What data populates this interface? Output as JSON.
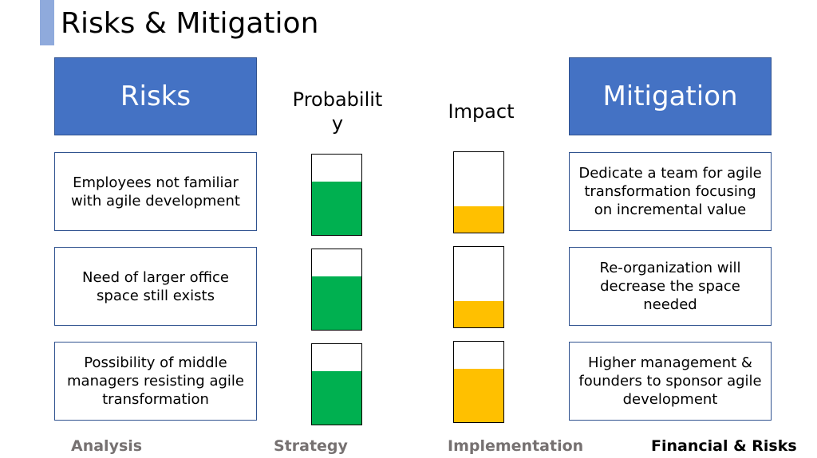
{
  "page": {
    "title": "Risks & Mitigation"
  },
  "columns": {
    "risks": "Risks",
    "probability": "Probabilit y",
    "impact": "Impact",
    "mitigation": "Mitigation"
  },
  "colors": {
    "accent": "#8faadc",
    "header": "#4472c4",
    "probability_fill": "#00b050",
    "impact_fill": "#ffc000",
    "nav_inactive": "#767171",
    "nav_active": "#000000"
  },
  "rows": [
    {
      "risk": "Employees not familiar with agile development",
      "probability": 0.66,
      "impact": 0.33,
      "mitigation": "Dedicate a team for agile transformation focusing on incremental value"
    },
    {
      "risk": "Need of larger office space still exists",
      "probability": 0.66,
      "impact": 0.33,
      "mitigation": "Re-organization will decrease the space needed"
    },
    {
      "risk": "Possibility of middle managers resisting agile transformation",
      "probability": 0.66,
      "impact": 0.66,
      "mitigation": "Higher management & founders to sponsor agile development"
    }
  ],
  "nav": [
    {
      "label": "Analysis",
      "active": false
    },
    {
      "label": "Strategy",
      "active": false
    },
    {
      "label": "Implementation",
      "active": false
    },
    {
      "label": "Financial & Risks",
      "active": true
    }
  ]
}
